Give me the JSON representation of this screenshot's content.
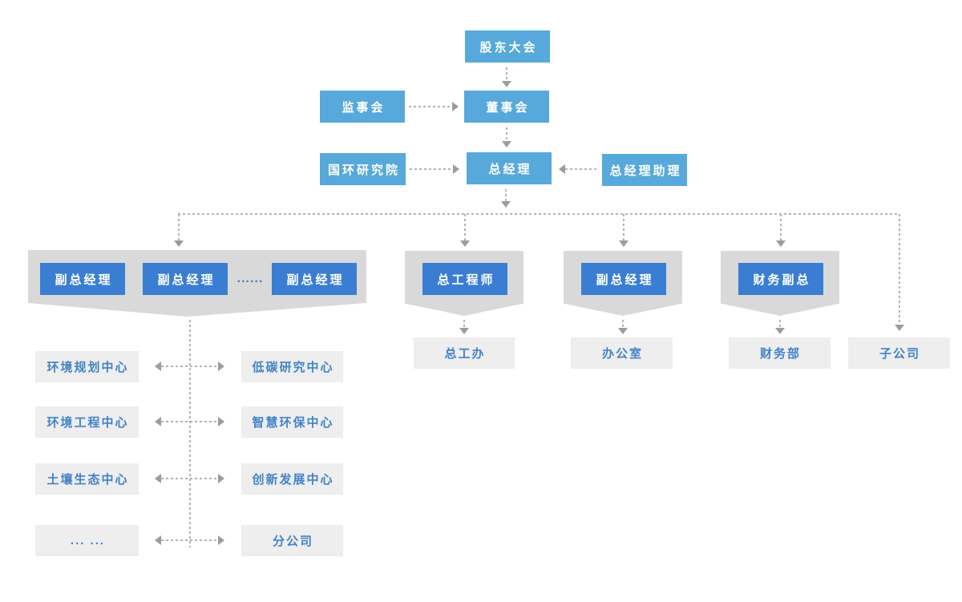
{
  "org": {
    "shareholders": "股东大会",
    "supervisory_board": "监事会",
    "board_of_directors": "董事会",
    "research_institute": "国环研究院",
    "general_manager": "总经理",
    "gm_assistant": "总经理助理",
    "deputy_gm_1": "副总经理",
    "deputy_gm_2": "副总经理",
    "deputy_gm_ellipsis": "......",
    "deputy_gm_3": "副总经理",
    "chief_engineer": "总工程师",
    "deputy_gm_admin": "副总经理",
    "finance_vp": "财务副总",
    "chief_engineer_office": "总工办",
    "admin_office": "办公室",
    "finance_dept": "财务部",
    "subsidiary": "子公司",
    "dept_rows": [
      {
        "left": "环境规划中心",
        "right": "低碳研究中心"
      },
      {
        "left": "环境工程中心",
        "right": "智慧环保中心"
      },
      {
        "left": "土壤生态中心",
        "right": "创新发展中心"
      },
      {
        "left": "... ...",
        "right": "分公司"
      }
    ]
  },
  "colors": {
    "light_blue": "#56a9da",
    "deep_blue": "#3a7ed3",
    "banner_gray": "#d9d9d9",
    "box_gray": "#eeeeef",
    "text_blue": "#4282c8",
    "line_gray": "#b3b3b3",
    "head_gray": "#9c9c9c"
  }
}
